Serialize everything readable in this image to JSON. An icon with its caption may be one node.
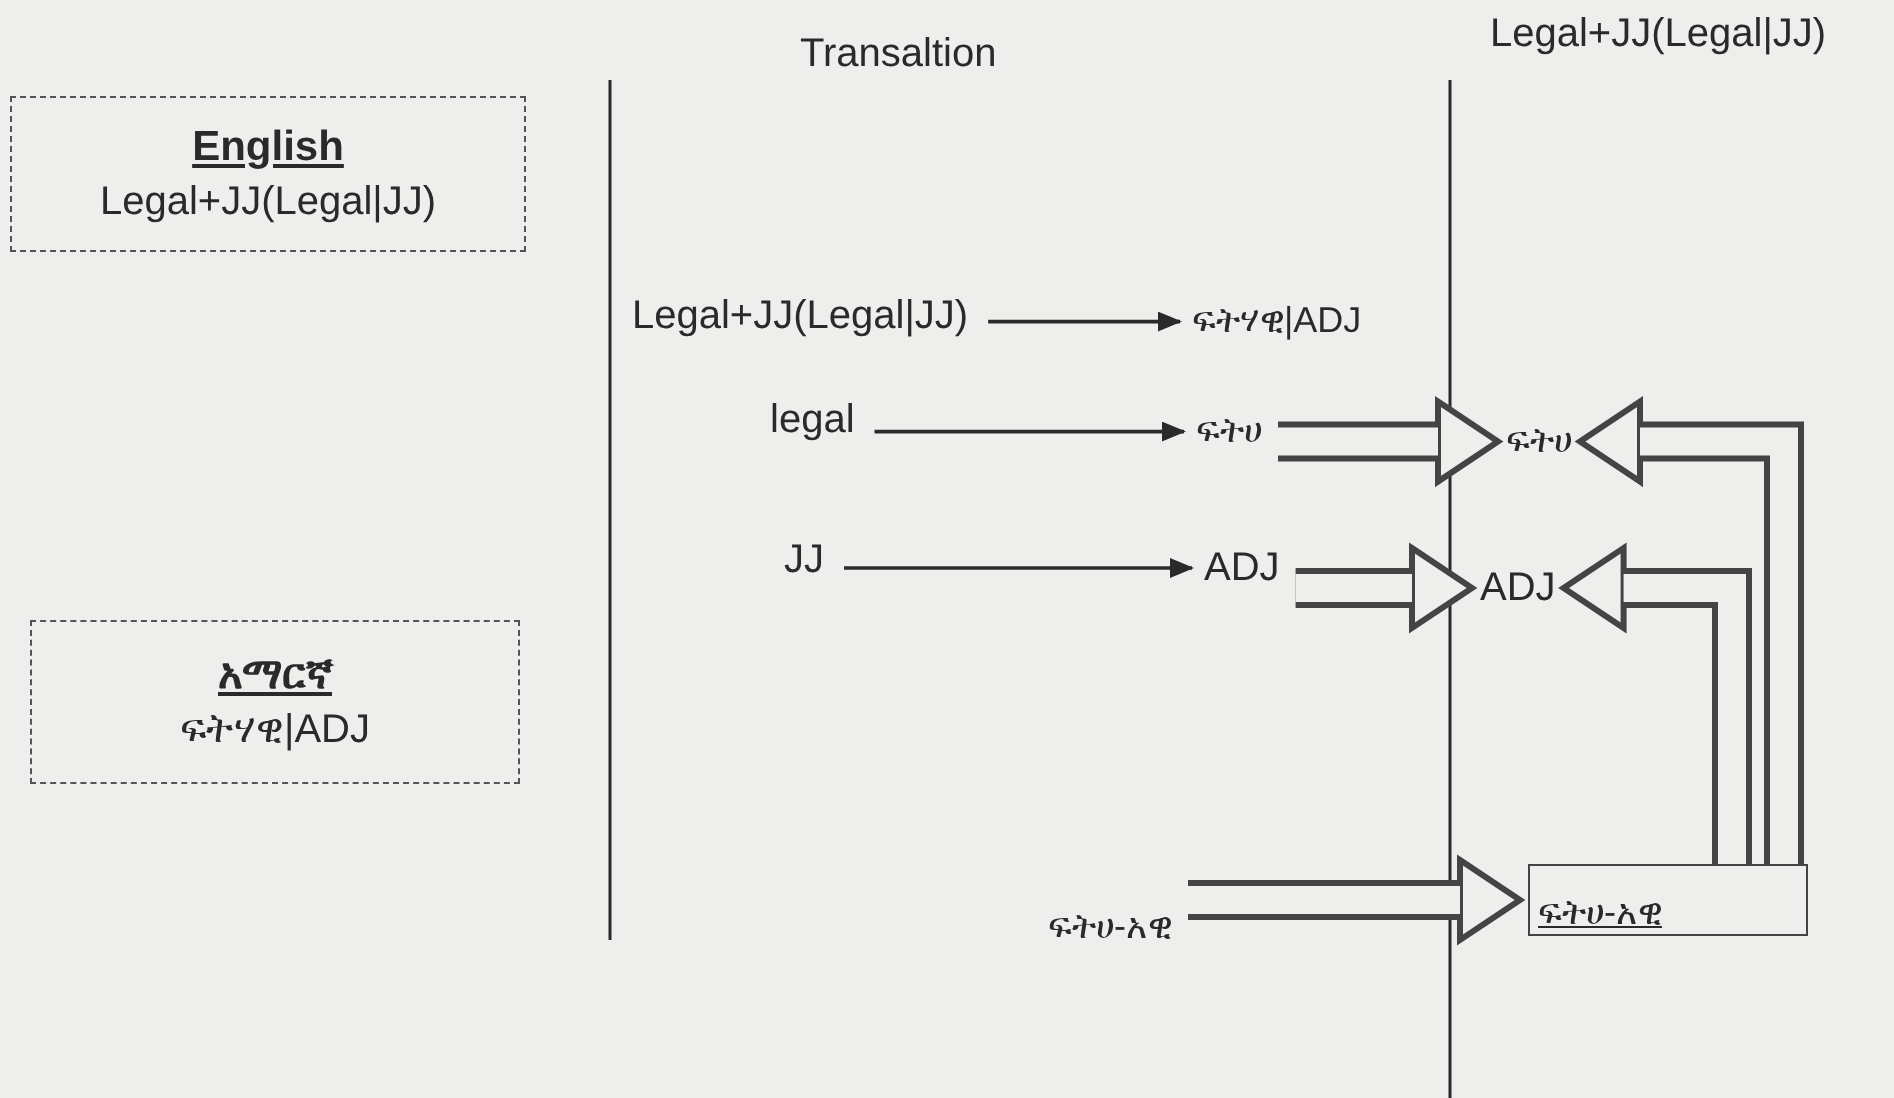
{
  "diagram": {
    "nodes": [
      {
        "text": [
          "English",
          "Legal+JJ(Legal|JJ)"
        ]
      },
      {
        "text": [
          "አማርኛ",
          "ፍትሃዊ|ADJ"
        ]
      },
      {
        "text": [
          "Legal+JJ(Legal|JJ)"
        ]
      },
      {
        "text": [
          "ፍትሃዊ|ADJ"
        ]
      },
      {
        "text": [
          "legal"
        ]
      },
      {
        "text": [
          "ፍትሀ"
        ]
      },
      {
        "text": [
          "JJ"
        ]
      },
      {
        "text": [
          "ADJ"
        ]
      },
      {
        "text": [
          "ፍትሀ"
        ]
      },
      {
        "text": [
          "ADJ"
        ]
      },
      {
        "text": [
          "ፍትሀ-አዊ"
        ]
      },
      {
        "text": [
          "ፍትሀ-አዊ"
        ]
      }
    ],
    "edges": [
      {
        "from": 2,
        "to": 3,
        "arrow": "to"
      },
      {
        "from": 4,
        "to": 5,
        "arrow": "to"
      },
      {
        "from": 6,
        "to": 7,
        "arrow": "to"
      },
      {
        "from": 5,
        "to": 8,
        "arrow": "to"
      },
      {
        "from": 7,
        "to": 9,
        "arrow": "to"
      },
      {
        "from": 10,
        "to": 11,
        "arrow": "to"
      },
      {
        "from": 11,
        "to": 8,
        "arrow": "to"
      },
      {
        "from": 11,
        "to": 9,
        "arrow": "to"
      }
    ],
    "labels": [
      "Legal+JJ(Legal|JJ)",
      "Transaltion"
    ]
  }
}
